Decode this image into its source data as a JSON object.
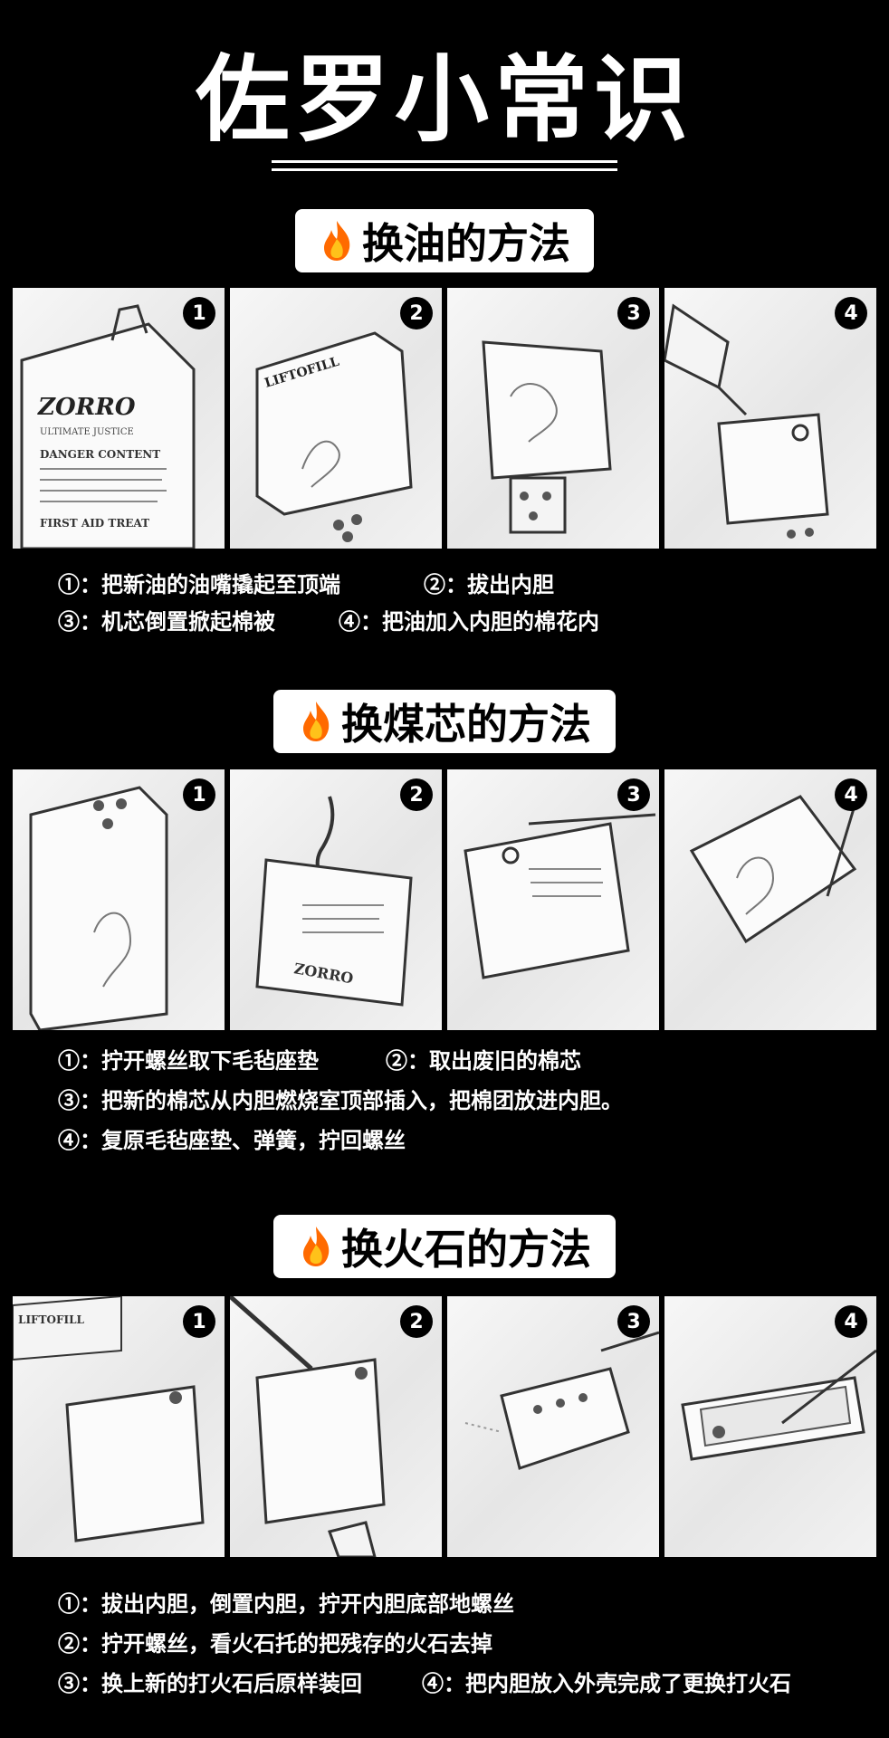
{
  "title": "佐罗小常识",
  "sections": [
    {
      "heading": "换油的方法",
      "badges": [
        "1",
        "2",
        "3",
        "4"
      ],
      "captions": [
        "①：把新油的油嘴撬起至顶端",
        "②：拔出内胆",
        "③：机芯倒置掀起棉被",
        "④：把油加入内胆的棉花内"
      ]
    },
    {
      "heading": "换煤芯的方法",
      "badges": [
        "1",
        "2",
        "3",
        "4"
      ],
      "captions": [
        "①：拧开螺丝取下毛毡座垫",
        "②：取出废旧的棉芯",
        "③：把新的棉芯从内胆燃烧室顶部插入，把棉团放进内胆。",
        "④：复原毛毡座垫、弹簧，拧回螺丝"
      ]
    },
    {
      "heading": "换火石的方法",
      "badges": [
        "1",
        "2",
        "3",
        "4"
      ],
      "captions": [
        "①：拔出内胆，倒置内胆，拧开内胆底部地螺丝",
        "②：拧开螺丝，看火石托的把残存的火石去掉",
        "③：换上新的打火石后原样装回",
        "④：把内胆放入外壳完成了更换打火石"
      ]
    }
  ],
  "panel_text": {
    "can_brand": "ZORRO",
    "can_sub": "ULTIMATE JUSTICE",
    "can_warning": "DANGER CONTENT",
    "can_aid": "FIRST AID TREAT",
    "lighter_text": "LIFTOFILL",
    "engraving": "ZORRO"
  },
  "icons": {
    "flame": "fire-icon"
  },
  "colors": {
    "background": "#000000",
    "pill": "#ffffff",
    "flame_outer": "#ff6a00",
    "flame_inner": "#ffc21a"
  }
}
